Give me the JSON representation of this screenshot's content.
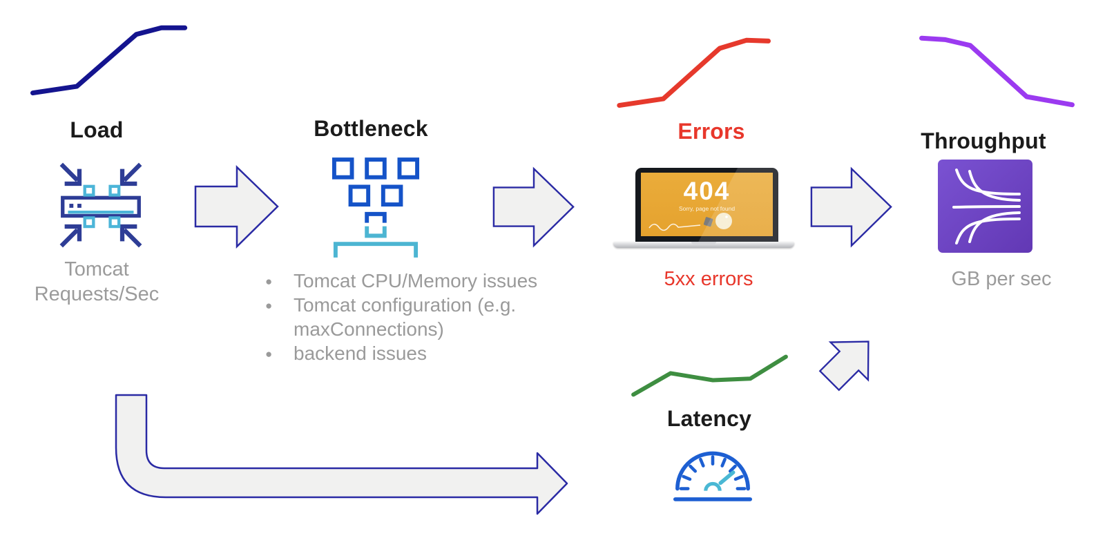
{
  "diagram": {
    "load": {
      "title": "Load",
      "caption": "Tomcat Requests/Sec",
      "icon": "load-balancer-icon"
    },
    "bottleneck": {
      "title": "Bottleneck",
      "icon": "funnel-boxes-icon",
      "bullets": [
        "Tomcat CPU/Memory issues",
        "Tomcat configuration (e.g. maxConnections)",
        "backend issues"
      ]
    },
    "errors": {
      "title": "Errors",
      "caption": "5xx errors",
      "icon": "laptop-404-illustration",
      "screen_code": "404",
      "screen_message": "Sorry, page not found"
    },
    "throughput": {
      "title": "Throughput",
      "caption": "GB per sec",
      "icon": "data-flow-icon"
    },
    "latency": {
      "title": "Latency",
      "icon": "speedometer-icon"
    }
  },
  "colors": {
    "load_line": "#14148f",
    "errors_line": "#e6392c",
    "throughput_line": "#9b3af0",
    "latency_line": "#3e8e41",
    "arrow_fill": "#f1f1f0",
    "arrow_stroke": "#2a2aa4",
    "icon_blue": "#1553c8",
    "icon_navy": "#2e3d96",
    "icon_cyan": "#4cb5d8",
    "gauge_blue": "#1d5fd2",
    "screen_yellow": "#e8a838",
    "gray_text": "#9b9b9b",
    "red_text": "#e8372b"
  },
  "chart_data": [
    {
      "id": "load",
      "type": "line",
      "title": "Load trend (sparkline, no axes)",
      "x": [
        2,
        30,
        68,
        84,
        99
      ],
      "series": [
        {
          "name": "Load",
          "values": [
            6,
            15,
            86,
            95,
            95
          ]
        }
      ],
      "color": "#14148f",
      "stroke_width": 7,
      "grid": false,
      "legend": false
    },
    {
      "id": "errors",
      "type": "line",
      "title": "Errors trend (sparkline, no axes)",
      "x": [
        3,
        31,
        67,
        84,
        98
      ],
      "series": [
        {
          "name": "Errors",
          "values": [
            6,
            15,
            84,
            95,
            94
          ]
        }
      ],
      "color": "#e6392c",
      "stroke_width": 7,
      "grid": false,
      "legend": false
    },
    {
      "id": "throughput",
      "type": "line",
      "title": "Throughput trend (sparkline, no axes)",
      "x": [
        2,
        17,
        33,
        69,
        98
      ],
      "series": [
        {
          "name": "Throughput",
          "values": [
            96,
            94,
            86,
            16,
            5
          ]
        }
      ],
      "color": "#9b3af0",
      "stroke_width": 7,
      "grid": false,
      "legend": false
    },
    {
      "id": "latency",
      "type": "line",
      "title": "Latency trend (sparkline, no axes)",
      "x": [
        3,
        26,
        52,
        75,
        97
      ],
      "series": [
        {
          "name": "Latency",
          "values": [
            12,
            55,
            41,
            44,
            88
          ]
        }
      ],
      "color": "#3e8e41",
      "stroke_width": 6,
      "grid": false,
      "legend": false
    }
  ]
}
